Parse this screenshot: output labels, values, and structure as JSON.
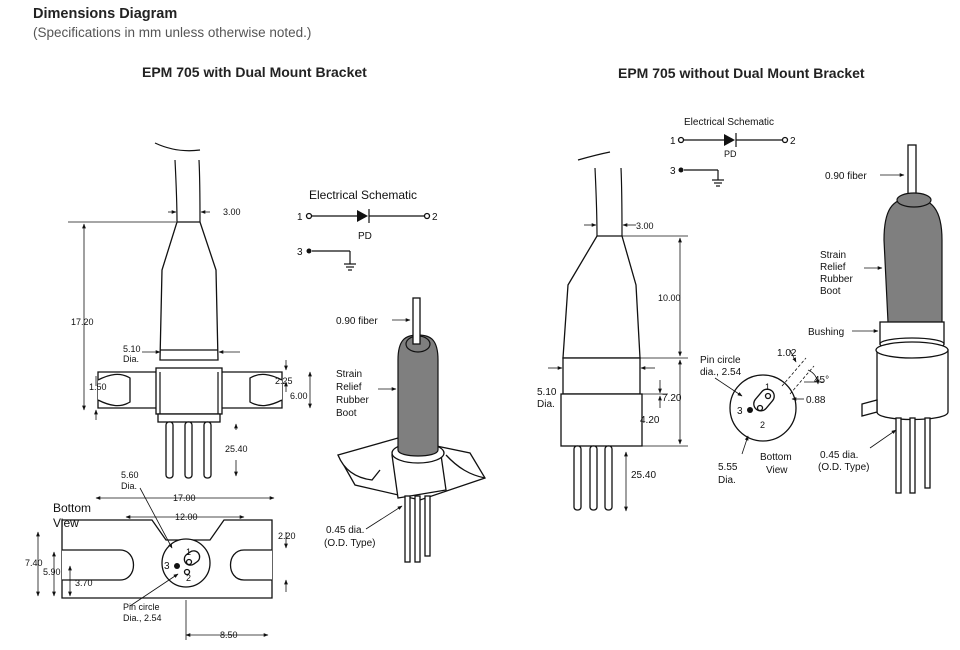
{
  "header": {
    "title": "Dimensions Diagram",
    "subtitle": "(Specifications in mm unless otherwise noted.)"
  },
  "left": {
    "title": "EPM 705 with Dual Mount Bracket",
    "dims": {
      "d300": "3.00",
      "d1720": "17.20",
      "d510": "5.10",
      "dia": "Dia.",
      "d150": "1.50",
      "d225": "2.25",
      "d600": "6.00",
      "d2540": "25.40",
      "d560": "5.60",
      "d1700": "17.00",
      "d1200": "12.00",
      "d220": "2.20",
      "d740": "7.40",
      "d590": "5.90",
      "d370": "3.70",
      "d850": "8.50"
    },
    "bottom_view": [
      "Bottom",
      "View"
    ],
    "pin_circle": [
      "Pin circle",
      "Dia., 2.54"
    ],
    "pins": [
      "1",
      "2",
      "3"
    ],
    "schematic": {
      "title": "Electrical Schematic",
      "pin1": "1",
      "pin2": "2",
      "pin3": "3",
      "pd": "PD"
    },
    "iso": {
      "fiber": "0.90 fiber",
      "strain": [
        "Strain",
        "Relief",
        "Rubber",
        "Boot"
      ],
      "dia": [
        "0.45 dia.",
        "(O.D. Type)"
      ]
    }
  },
  "right": {
    "title": "EPM 705 without Dual Mount Bracket",
    "schematic": {
      "title": "Electrical Schematic",
      "pin1": "1",
      "pin2": "2",
      "pin3": "3",
      "pd": "PD"
    },
    "dims": {
      "d300": "3.00",
      "d1000": "10.00",
      "d510": "5.10",
      "dia": "Dia.",
      "d720": "7.20",
      "d420": "4.20",
      "d2540": "25.40"
    },
    "pin_circle": [
      "Pin circle",
      "dia., 2.54"
    ],
    "d102": "1.02",
    "d45": "45°",
    "d088": "0.88",
    "d555": [
      "5.55",
      "Dia."
    ],
    "bottom_view": [
      "Bottom",
      "View"
    ],
    "pins": [
      "1",
      "2",
      "3"
    ],
    "iso": {
      "fiber": "0.90 fiber",
      "strain": [
        "Strain",
        "Relief",
        "Rubber",
        "Boot"
      ],
      "bushing": "Bushing",
      "dia": [
        "0.45 dia.",
        "(O.D. Type)"
      ]
    }
  }
}
